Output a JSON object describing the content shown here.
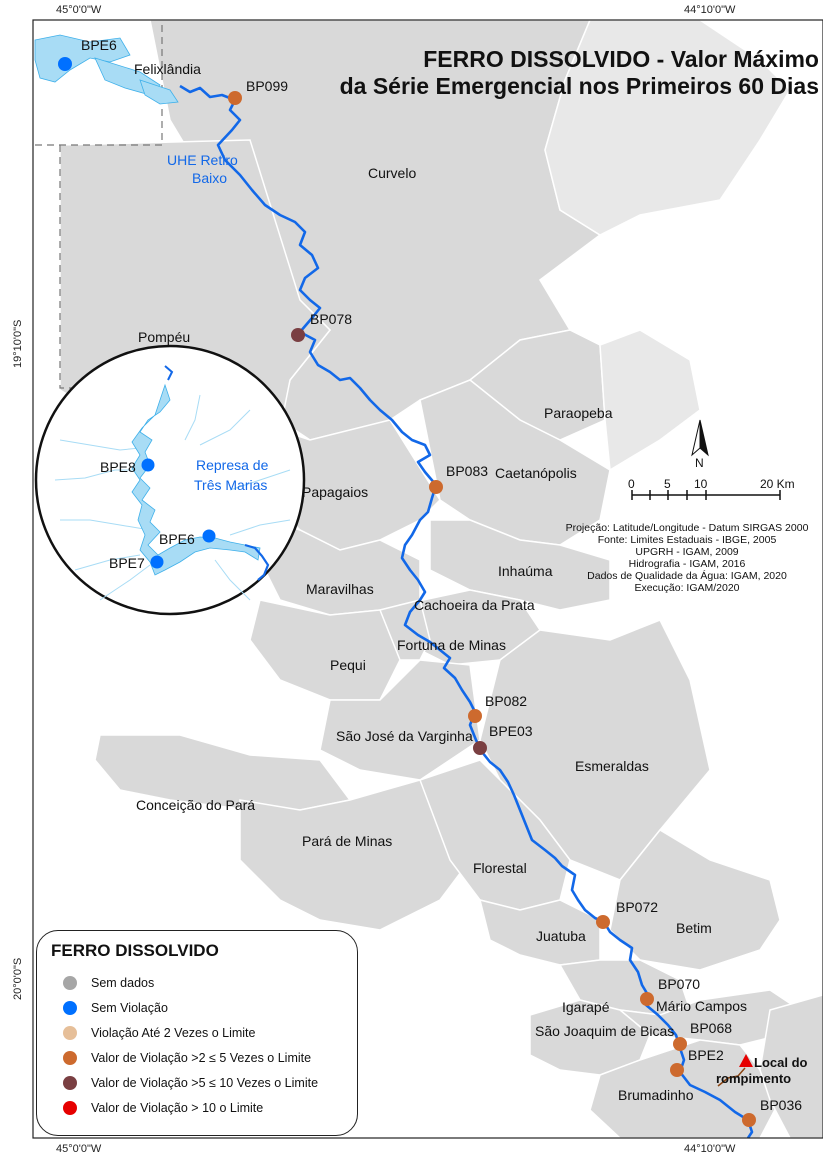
{
  "title": {
    "line1": "FERRO DISSOLVIDO - Valor Máximo",
    "line2": "da Série Emergencial nos Primeiros 60 Dias"
  },
  "grid": {
    "top_left": "45°0'0\"W",
    "top_right": "44°10'0\"W",
    "bottom_left": "45°0'0\"W",
    "bottom_right": "44°10'0\"W",
    "left_upper": "19°10'0\"S",
    "left_lower": "20°0'0\"S"
  },
  "municipalities": [
    {
      "name": "Felixlândia"
    },
    {
      "name": "Curvelo"
    },
    {
      "name": "Pompéu"
    },
    {
      "name": "Paraopeba"
    },
    {
      "name": "Caetanópolis"
    },
    {
      "name": "Papagaios"
    },
    {
      "name": "Inhaúma"
    },
    {
      "name": "Maravilhas"
    },
    {
      "name": "Cachoeira da Prata"
    },
    {
      "name": "Fortuna de Minas"
    },
    {
      "name": "Pequi"
    },
    {
      "name": "São José da Varginha"
    },
    {
      "name": "Esmeraldas"
    },
    {
      "name": "Conceição do Pará"
    },
    {
      "name": "Pará de Minas"
    },
    {
      "name": "Florestal"
    },
    {
      "name": "Juatuba"
    },
    {
      "name": "Betim"
    },
    {
      "name": "Mário Campos"
    },
    {
      "name": "Igarapé"
    },
    {
      "name": "São Joaquim de Bicas"
    },
    {
      "name": "Brumadinho"
    }
  ],
  "water_labels": {
    "uhe_line1": "UHE Retiro",
    "uhe_line2": "Baixo",
    "represa_line1": "Represa de",
    "represa_line2": "Três Marias"
  },
  "stations": [
    {
      "id": "BPE6",
      "category": "sem_violacao"
    },
    {
      "id": "BP099",
      "category": "v2a5"
    },
    {
      "id": "BP078",
      "category": "v5a10"
    },
    {
      "id": "BP083",
      "category": "v2a5"
    },
    {
      "id": "BP082",
      "category": "v2a5"
    },
    {
      "id": "BPE03",
      "category": "v5a10"
    },
    {
      "id": "BP072",
      "category": "v2a5"
    },
    {
      "id": "BP070",
      "category": "v2a5"
    },
    {
      "id": "BP068",
      "category": "v2a5"
    },
    {
      "id": "BPE2",
      "category": "v2a5"
    },
    {
      "id": "BP036",
      "category": "v2a5"
    }
  ],
  "inset_stations": [
    {
      "id": "BPE8",
      "category": "sem_violacao"
    },
    {
      "id": "BPE6",
      "category": "sem_violacao"
    },
    {
      "id": "BPE7",
      "category": "sem_violacao"
    }
  ],
  "rupture": {
    "line1": "Local do",
    "line2": "rompimento"
  },
  "north": "N",
  "scale": {
    "ticks": [
      "0",
      "5",
      "10",
      "20 Km"
    ]
  },
  "credits": [
    "Projeção: Latitude/Longitude - Datum SIRGAS 2000",
    "Fonte: Limites Estaduais - IBGE, 2005",
    "UPGRH - IGAM, 2009",
    "Hidrografia - IGAM, 2016",
    "Dados de Qualidade da Água: IGAM, 2020",
    "Execução: IGAM/2020"
  ],
  "legend": {
    "title": "FERRO DISSOLVIDO",
    "items": [
      {
        "label": "Sem dados",
        "color": "#a6a6a6"
      },
      {
        "label": "Sem Violação",
        "color": "#0070ff"
      },
      {
        "label": "Violação Até 2 Vezes o Limite",
        "color": "#e6bf99"
      },
      {
        "label": "Valor de Violação >2 ≤ 5 Vezes o Limite",
        "color": "#cd6a2e"
      },
      {
        "label": "Valor de Violação >5 ≤ 10 Vezes o Limite",
        "color": "#7a3f42"
      },
      {
        "label": "Valor de Violação > 10 o Limite",
        "color": "#e60000"
      }
    ]
  },
  "colors": {
    "land": "#d9d9d9",
    "border": "#ffffff",
    "river": "#1268e8",
    "reservoir": "#a8dcf5",
    "sem_violacao": "#0070ff",
    "v2a5": "#cd6a2e",
    "v5a10": "#7a3f42",
    "rupture": "#e60000"
  }
}
